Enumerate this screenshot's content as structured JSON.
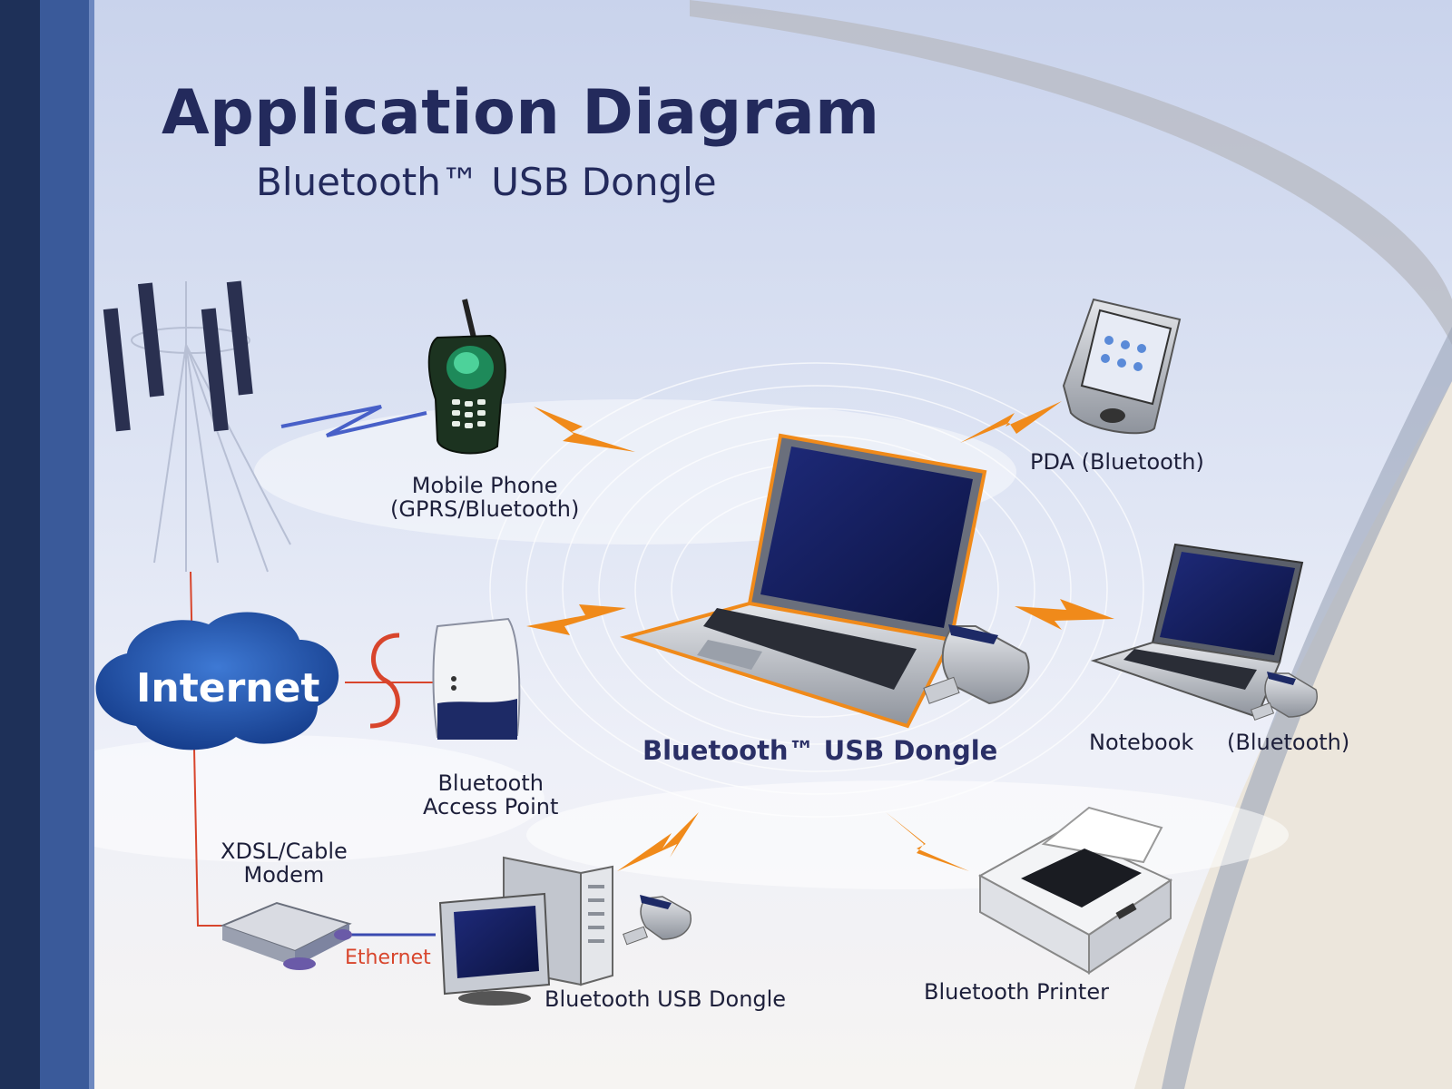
{
  "header": {
    "title": "Application Diagram",
    "subtitle": "Bluetooth™ USB Dongle"
  },
  "nodes": {
    "cell_tower": {
      "icon": "cell-tower-icon"
    },
    "mobile_phone": {
      "label_line1": "Mobile Phone",
      "label_line2": "(GPRS/Bluetooth)",
      "icon": "mobile-phone-icon"
    },
    "pda": {
      "label": "PDA (Bluetooth)",
      "icon": "pda-icon"
    },
    "internet": {
      "label": "Internet",
      "icon": "cloud-icon"
    },
    "access_point": {
      "label_line1": "Bluetooth",
      "label_line2": "Access Point",
      "icon": "access-point-icon"
    },
    "central": {
      "label": "Bluetooth™ USB Dongle",
      "icon": "laptop-icon"
    },
    "notebook": {
      "label_left": "Notebook",
      "label_right": "(Bluetooth)",
      "icon": "notebook-icon"
    },
    "modem": {
      "label_line1": "XDSL/Cable",
      "label_line2": "Modem",
      "icon": "modem-icon"
    },
    "desktop": {
      "label": "Bluetooth USB Dongle",
      "icon": "desktop-pc-icon"
    },
    "printer": {
      "label": "Bluetooth Printer",
      "icon": "printer-icon"
    }
  },
  "links": {
    "ethernet_label": "Ethernet"
  },
  "colors": {
    "title": "#232a5c",
    "bolt": "#f08a1a",
    "wire": "#d8452c",
    "cloud": "#1f58b8",
    "left_band": "#3a5a9a"
  }
}
